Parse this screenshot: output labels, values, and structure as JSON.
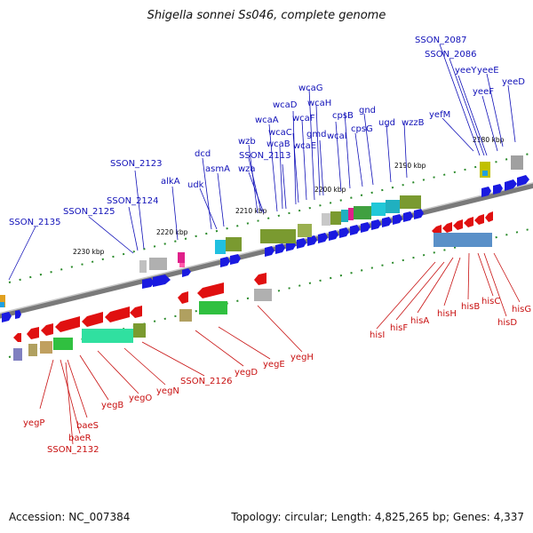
{
  "title": "Shigella sonnei Ss046, complete genome",
  "accession": "Accession: NC_007384",
  "summary": "Topology: circular; Length: 4,825,265 bp; Genes: 4,337",
  "ticks": [
    "2230 kbp",
    "2220 kbp",
    "2210 kbp",
    "2200 kbp",
    "2190 kbp",
    "2180 kbp"
  ],
  "top_genes": [
    "SSON_2135",
    "SSON_2125",
    "SSON_2124",
    "SSON_2123",
    "alkA",
    "udk",
    "dcd",
    "asmA",
    "wzb",
    "SSON_2113",
    "wza",
    "wcaA",
    "wcaC",
    "wcaB",
    "wcaD",
    "wcaF",
    "wcaE",
    "wcaG",
    "wcaH",
    "gmd",
    "cpsB",
    "wcaI",
    "cpsG",
    "gnd",
    "ugd",
    "wzzB",
    "yefM",
    "SSON_2087",
    "SSON_2086",
    "yeeY",
    "yeeE",
    "yeeF",
    "yeeD"
  ],
  "bottom_genes": [
    "yegP",
    "baeR",
    "baeS",
    "SSON_2132",
    "yegB",
    "yegO",
    "yegN",
    "SSON_2126",
    "yegD",
    "yegE",
    "yegH",
    "hisI",
    "hisF",
    "hisA",
    "hisH",
    "hisB",
    "hisC",
    "hisD",
    "hisG"
  ],
  "colors": {
    "forward_label": "#1010b8",
    "reverse_label": "#c81010",
    "forward_arrow": "#1a1ae0",
    "reverse_arrow": "#e01010",
    "backbone": "#7a7a7a"
  }
}
